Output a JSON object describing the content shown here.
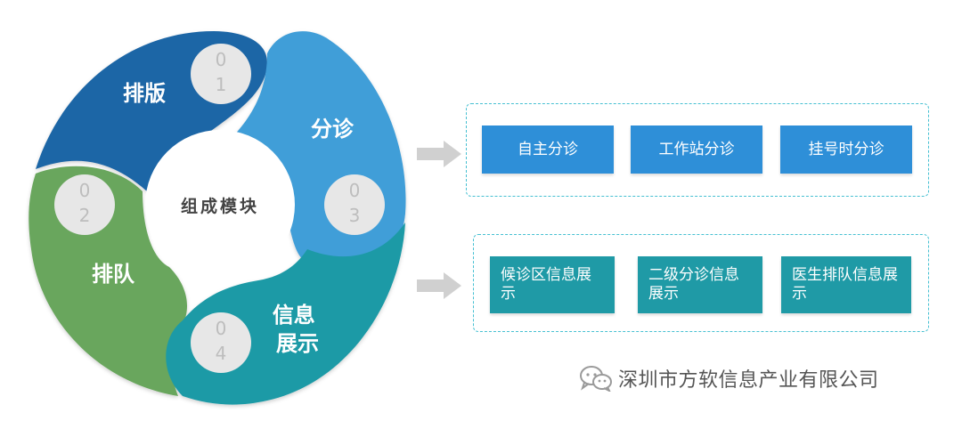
{
  "colors": {
    "seg1": "#1f66a6",
    "seg2": "#3f9ed8",
    "seg3": "#69a65d",
    "seg4": "#1f9aa6",
    "box_border": "#46c0d2"
  },
  "diagram": {
    "center_label": "组成模块",
    "segments": [
      {
        "number": "0\n1",
        "label": "排版"
      },
      {
        "number": "0\n3",
        "label": "分诊"
      },
      {
        "number": "0\n2",
        "label": "排队"
      },
      {
        "number": "0\n4",
        "label": "信息\n展示"
      }
    ]
  },
  "group_top": {
    "items": [
      "自主分诊",
      "工作站分诊",
      "挂号时分诊"
    ]
  },
  "group_bottom": {
    "items": [
      "候诊区信息展示",
      "二级分诊信息展示",
      "医生排队信息展示"
    ]
  },
  "footer": {
    "icon": "wechat-icon",
    "text": "深圳市方软信息产业有限公司"
  }
}
